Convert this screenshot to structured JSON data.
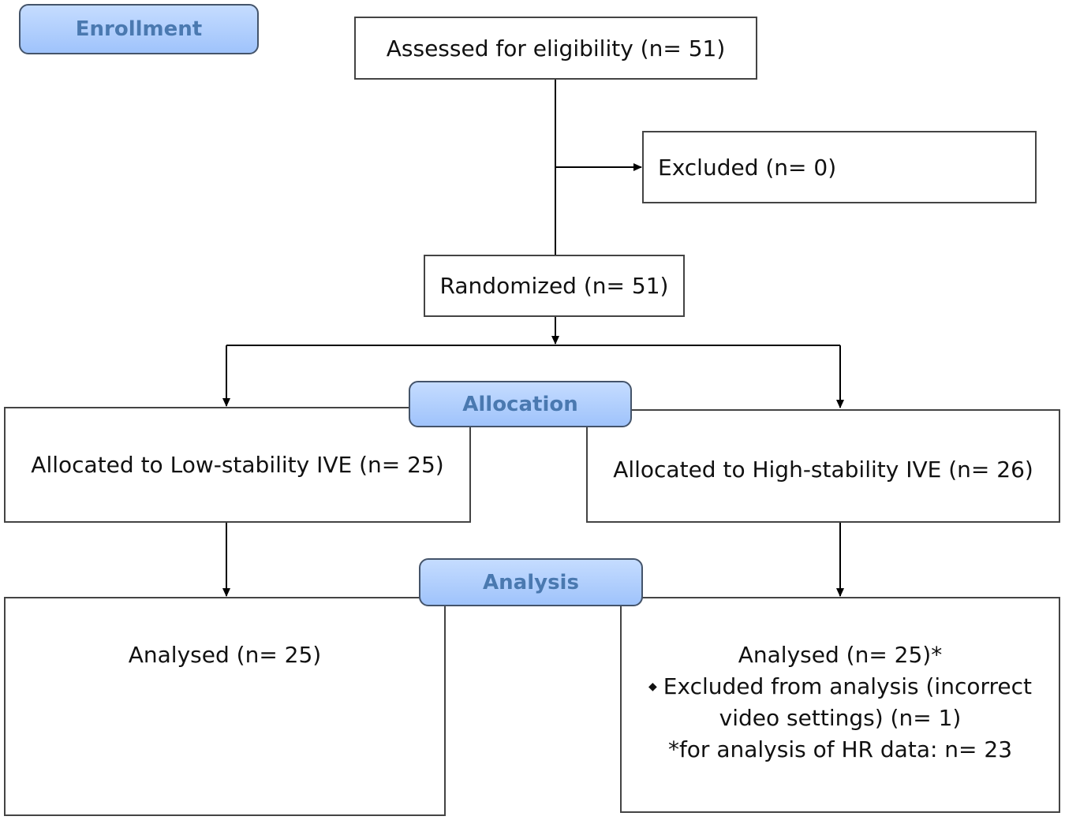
{
  "labels": {
    "enrollment": "Enrollment",
    "allocation": "Allocation",
    "analysis": "Analysis"
  },
  "boxes": {
    "assessed": "Assessed for eligibility (n= 51)",
    "excluded": "Excluded (n= 0)",
    "randomized": "Randomized (n= 51)",
    "allocated_low": "Allocated to Low-stability IVE (n= 25)",
    "allocated_high": "Allocated to High-stability IVE (n= 26)",
    "analysed_low": "Analysed (n= 25)",
    "analysed_high": {
      "line1": "Analysed (n= 25)*",
      "bullet": "◆",
      "line2": "Excluded from analysis (incorrect",
      "line3": "video settings) (n= 1)",
      "line4": "*for analysis of HR data: n= 23"
    }
  },
  "colors": {
    "label_fill": "#a8c8fb",
    "label_text": "#4a79b0",
    "line": "#000000"
  }
}
